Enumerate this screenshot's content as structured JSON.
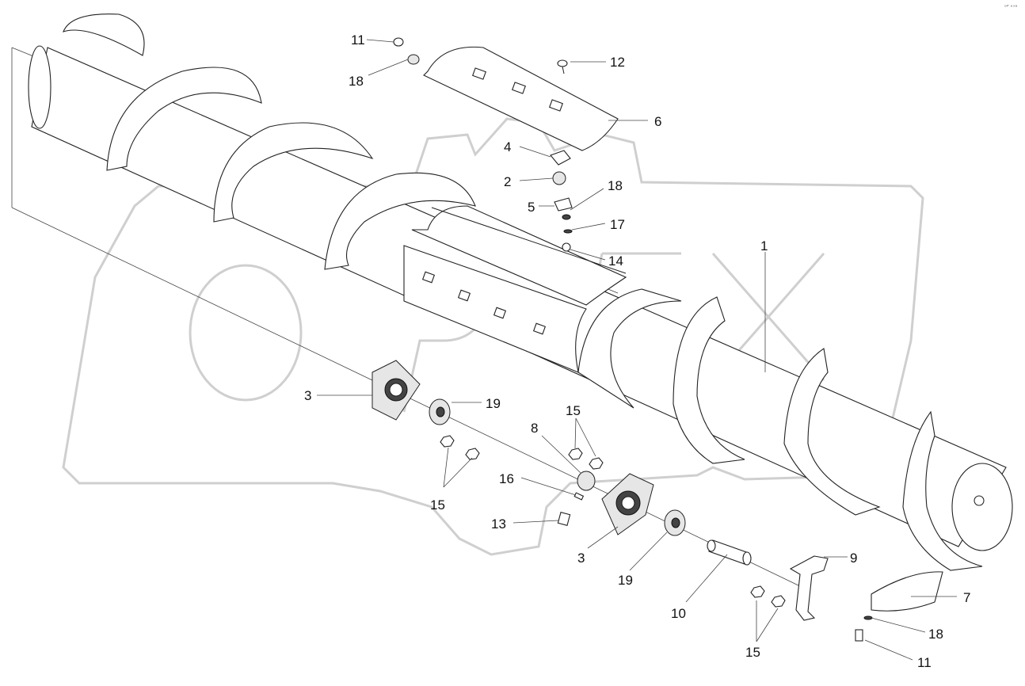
{
  "corner_mark": "ᵒᴾ ᵉˣᵃ",
  "watermark": {
    "text": "OPEX",
    "color": "#cfcfcf"
  },
  "part_labels": [
    "1",
    "2",
    "3",
    "3",
    "4",
    "5",
    "6",
    "7",
    "8",
    "9",
    "10",
    "11",
    "11",
    "12",
    "13",
    "14",
    "15",
    "15",
    "15",
    "16",
    "17",
    "18",
    "18",
    "18",
    "19",
    "19"
  ]
}
